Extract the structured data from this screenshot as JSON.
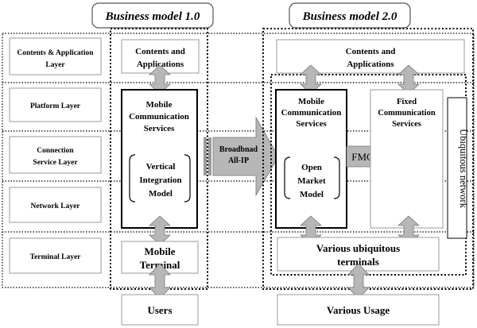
{
  "titles": {
    "model1": "Business model 1.0",
    "model2": "Business model 2.0"
  },
  "layers": {
    "contents": [
      "Contents & Application",
      "Layer"
    ],
    "platform": "Platform Layer",
    "connection": [
      "Connection",
      "Service Layer"
    ],
    "network": "Network Layer",
    "terminal": "Terminal Layer"
  },
  "model1": {
    "contents": [
      "Contents and",
      "Applications"
    ],
    "mobile_services": [
      "Mobile",
      "Communication",
      "Services"
    ],
    "vertical": [
      "Vertical",
      "Integration",
      "Model"
    ],
    "terminal": [
      "Mobile",
      "Terminal"
    ],
    "users": "Users"
  },
  "transition": [
    "Broadbnad",
    "All-IP"
  ],
  "model2": {
    "contents": [
      "Contents and",
      "Applications"
    ],
    "mobile_services": [
      "Mobile",
      "Communication",
      "Services"
    ],
    "open_market": [
      "Open",
      "Market",
      "Model"
    ],
    "fmc": "FMC",
    "fixed_services": [
      "Fixed",
      "Communication",
      "Services"
    ],
    "ubiquitous_network": "Ubiquitous network",
    "terminals": [
      "Various ubiquitous",
      "terminals"
    ],
    "usage": "Various Usage"
  }
}
